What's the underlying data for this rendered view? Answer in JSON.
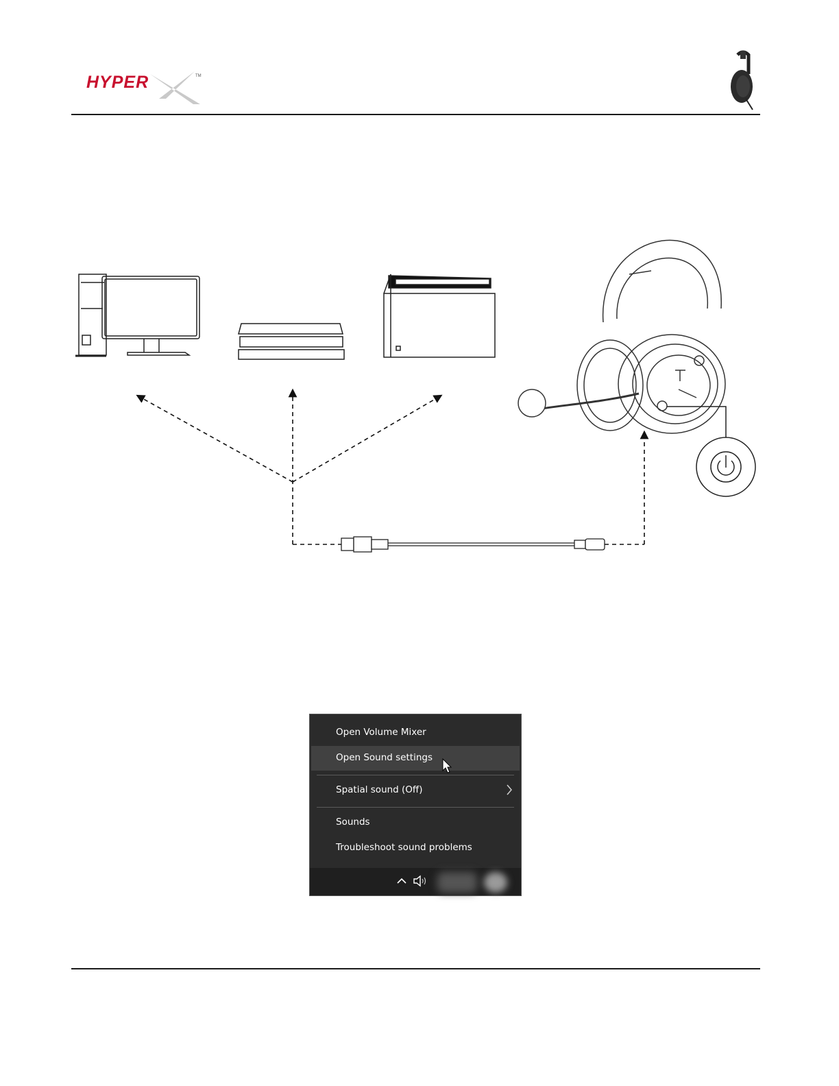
{
  "brand": {
    "logo_text": "HYPERX",
    "accent": "#c8102e"
  },
  "context_menu": {
    "items": [
      {
        "label": "Open Volume Mixer"
      },
      {
        "label": "Open Sound settings"
      },
      {
        "label": "Spatial sound (Off)"
      },
      {
        "label": "Sounds"
      },
      {
        "label": "Troubleshoot sound problems"
      }
    ],
    "hovered_item": "Open Sound settings",
    "icons": [
      "chevron-right-icon",
      "mouse-cursor-icon",
      "chevron-up-icon",
      "speaker-icon"
    ]
  },
  "diagram": {
    "devices": [
      "pc-icon",
      "console-icon",
      "switch-dock-icon",
      "headset-icon"
    ],
    "callout": "power-button-icon"
  }
}
